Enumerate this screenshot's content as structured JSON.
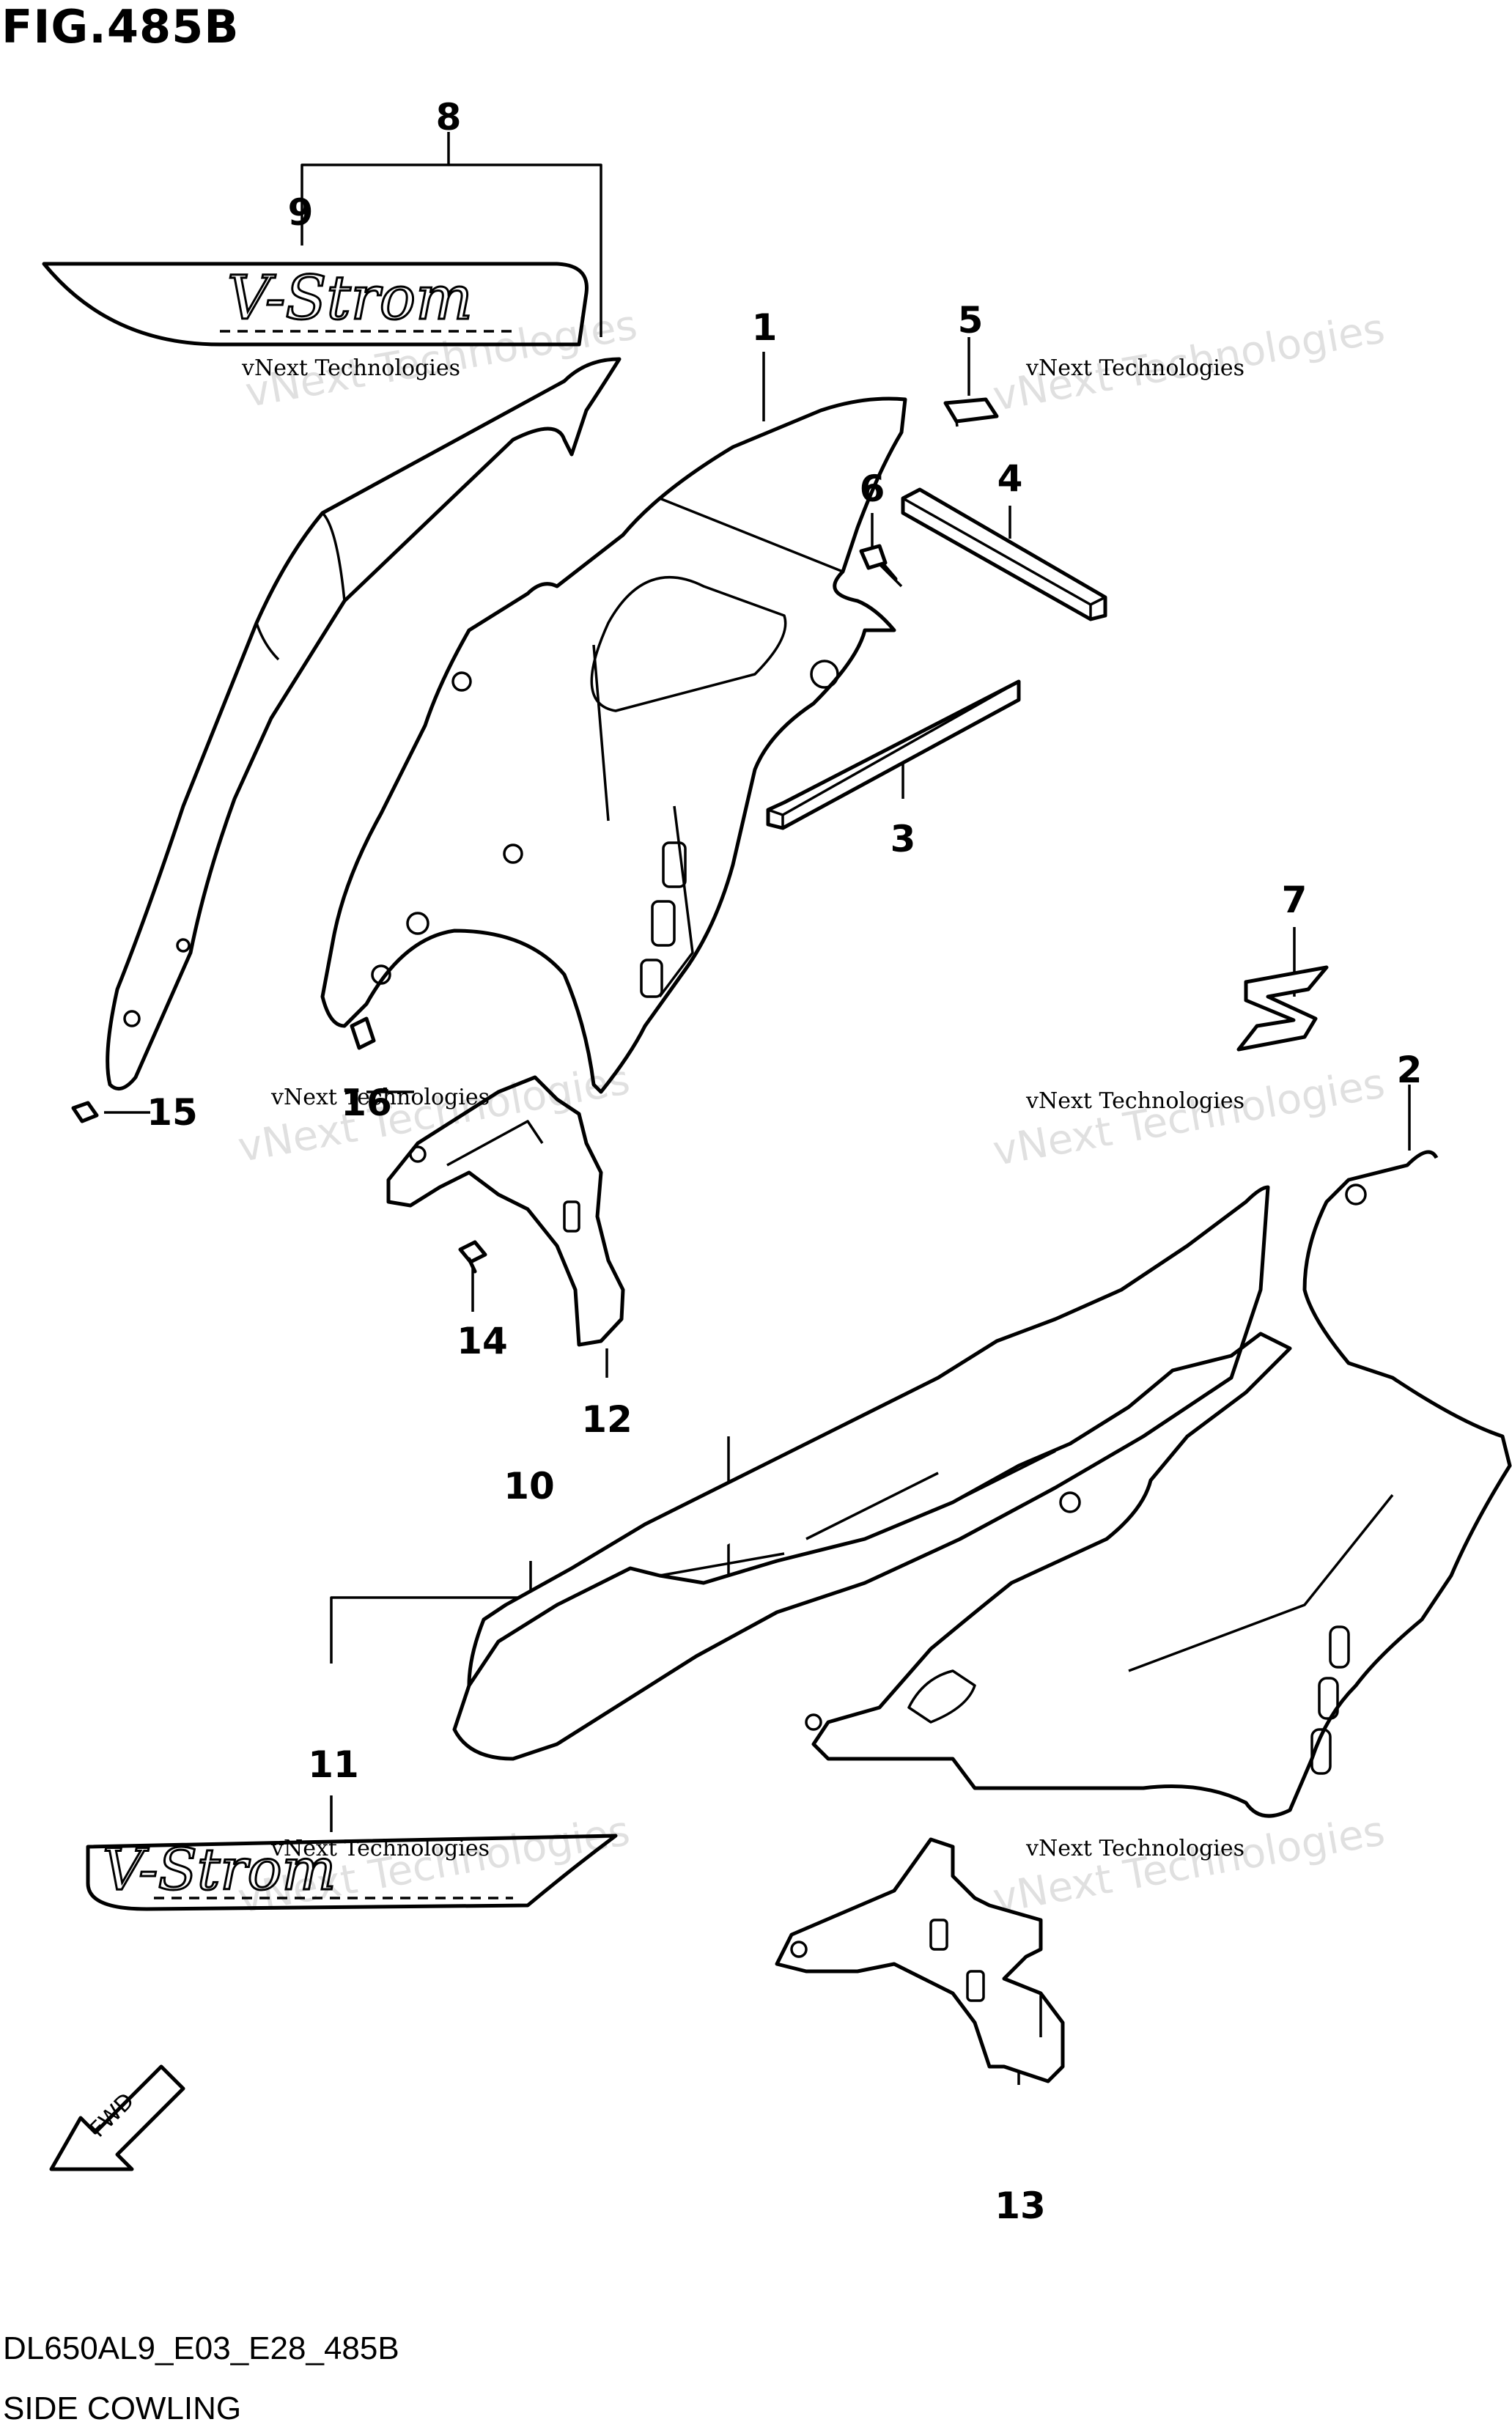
{
  "figure": {
    "title": "FIG.485B"
  },
  "footer": {
    "code": "DL650AL9_E03_E28_485B",
    "caption": "SIDE COWLING"
  },
  "callouts": [
    "1",
    "2",
    "3",
    "4",
    "5",
    "6",
    "7",
    "8",
    "9",
    "10",
    "11",
    "12",
    "13",
    "14",
    "15",
    "16"
  ],
  "watermark": {
    "line1": "vNext Technologies",
    "line2": "vNext Technologies"
  },
  "decals": {
    "text": "V-Strom"
  },
  "arrow": {
    "label": "FWD"
  }
}
